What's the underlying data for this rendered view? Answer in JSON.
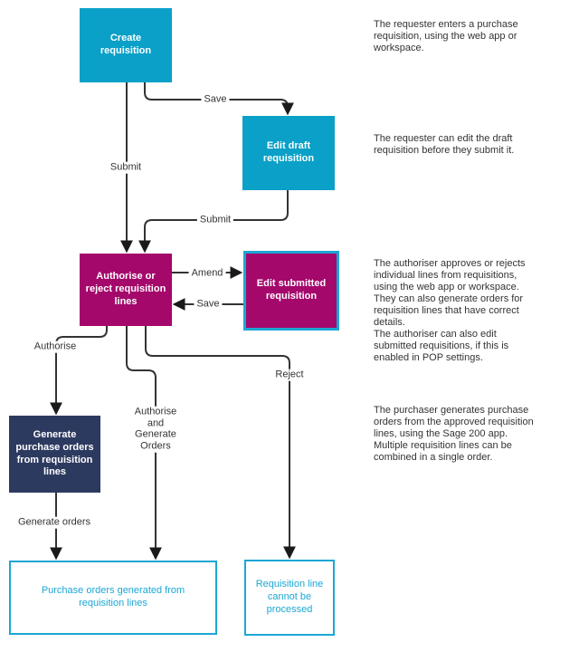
{
  "nodes": {
    "create": {
      "label": "Create\nrequisition"
    },
    "edit_draft": {
      "label": "Edit draft\nrequisition"
    },
    "authorise_reject": {
      "label": "Authorise or\nreject requisition\nlines"
    },
    "edit_submitted": {
      "label": "Edit submitted\nrequisition"
    },
    "generate_po": {
      "label": "Generate\npurchase orders\nfrom requisition\nlines"
    },
    "po_generated": {
      "label": "Purchase orders generated from\nrequisition lines"
    },
    "req_not_processed": {
      "label": "Requisition line\ncannot be\nprocessed"
    }
  },
  "edge_labels": {
    "save_to_draft": "Save",
    "submit_from_create": "Submit",
    "submit_from_draft": "Submit",
    "amend": "Amend",
    "save_from_submitted": "Save",
    "authorise": "Authorise",
    "authorise_and_generate": "Authorise\nand\nGenerate\nOrders",
    "reject": "Reject",
    "generate_orders": "Generate orders"
  },
  "annotations": {
    "requester_create": "The requester enters a purchase\nrequisition, using the web app or\nworkspace.",
    "requester_edit": "The requester can edit the draft\nrequisition before they submit it.",
    "authoriser": "The authoriser approves or rejects\nindividual lines from requisitions,\nusing the web app or workspace.\nThey can also generate orders for\nrequisition lines that have correct\ndetails.\nThe authoriser can also edit\nsubmitted requisitions, if this is\nenabled in POP settings.",
    "purchaser": "The purchaser generates purchase\norders from the approved requisition\nlines, using the Sage 200 app.\nMultiple requisition lines can be\ncombined in a single order."
  },
  "colors": {
    "cyan_fill": "#0aa0c8",
    "magenta_fill": "#a4086b",
    "navy_fill": "#2d3a60",
    "outline_cyan": "#1ca7d4",
    "line": "#333333",
    "arrow": "#1a1a1a",
    "label_text": "#333333",
    "box_text": "#ffffff"
  }
}
